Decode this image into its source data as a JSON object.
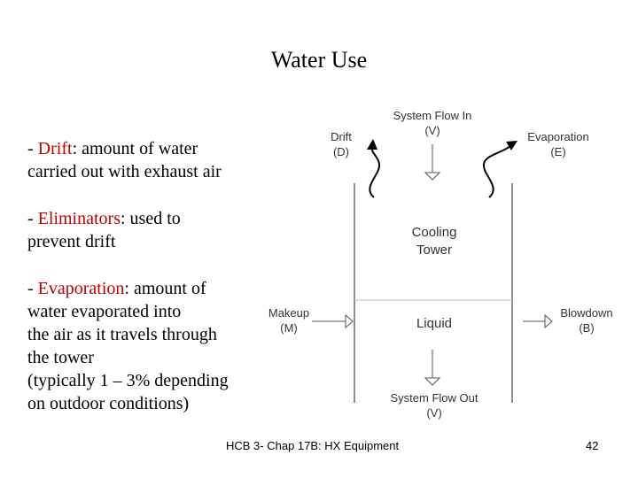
{
  "slide": {
    "title": "Water Use",
    "bullets": [
      {
        "prefix": "- ",
        "term": "Drift",
        "line1_rest": ": amount of water",
        "line2": "carried out with exhaust air"
      },
      {
        "prefix": "- ",
        "term": "Eliminators",
        "line1_rest": ": used to",
        "line2": "prevent drift"
      },
      {
        "prefix": "- ",
        "term": "Evaporation",
        "line1_rest": ": amount of",
        "lines": [
          "water evaporated into",
          "the air as it travels through",
          "the tower",
          "(typically 1 – 3% depending",
          "on outdoor conditions)"
        ]
      }
    ],
    "footer": "HCB 3- Chap 17B: HX Equipment",
    "page_number": "42"
  },
  "diagram": {
    "system_flow_in": {
      "line1": "System Flow In",
      "line2": "(V)"
    },
    "drift": {
      "line1": "Drift",
      "line2": "(D)"
    },
    "evaporation": {
      "line1": "Evaporation",
      "line2": "(E)"
    },
    "cooling_tower": {
      "line1": "Cooling",
      "line2": "Tower"
    },
    "makeup": {
      "line1": "Makeup",
      "line2": "(M)"
    },
    "liquid": "Liquid",
    "blowdown": {
      "line1": "Blowdown",
      "line2": "(B)"
    },
    "system_flow_out": {
      "line1": "System Flow Out",
      "line2": "(V)"
    }
  }
}
